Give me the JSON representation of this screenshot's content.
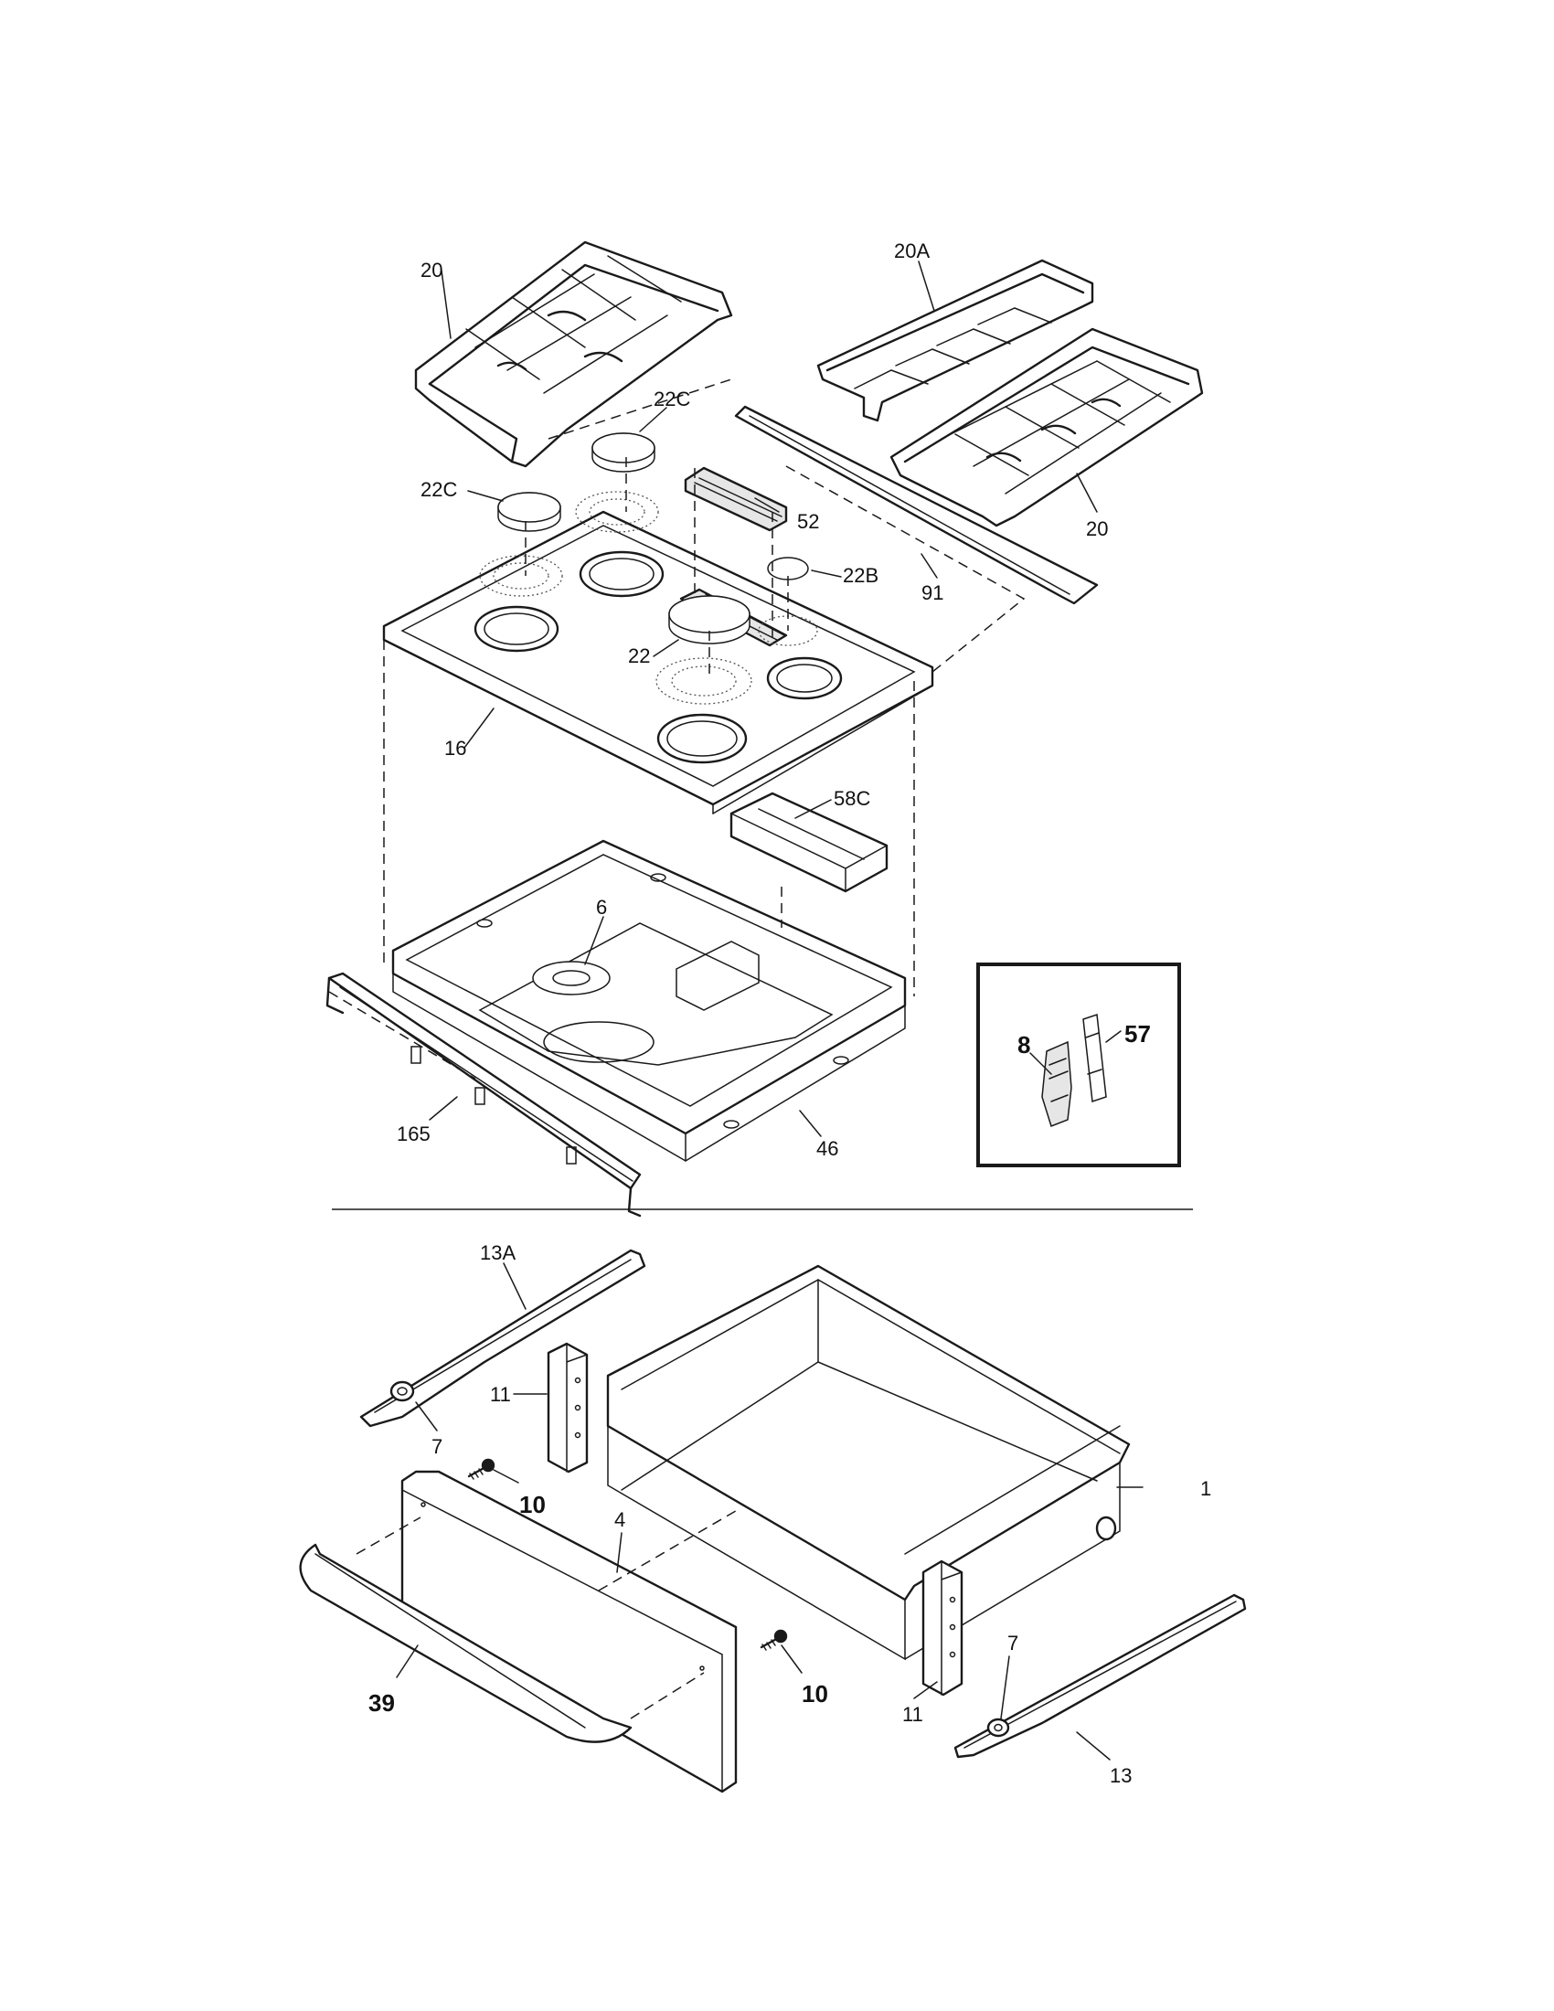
{
  "callouts": {
    "grate_left": "20",
    "grate_center": "20A",
    "grate_right": "20",
    "cap_top": "22C",
    "cap_left": "22C",
    "cap_small": "22B",
    "cap_large": "22",
    "vent_trim": "52",
    "rear_trim": "91",
    "cooktop": "16",
    "box": "58C",
    "heat_shield": "6",
    "burner_box": "46",
    "manifold_panel": "165",
    "inset_part_a": "8",
    "inset_part_b": "57",
    "rail_left": "13A",
    "rail_right": "13",
    "bracket_left": "11",
    "bracket_right": "11",
    "roller_left": "7",
    "roller_right": "7",
    "screw_left": "10",
    "screw_right": "10",
    "drawer_front": "4",
    "handle": "39",
    "drawer_body": "1"
  }
}
